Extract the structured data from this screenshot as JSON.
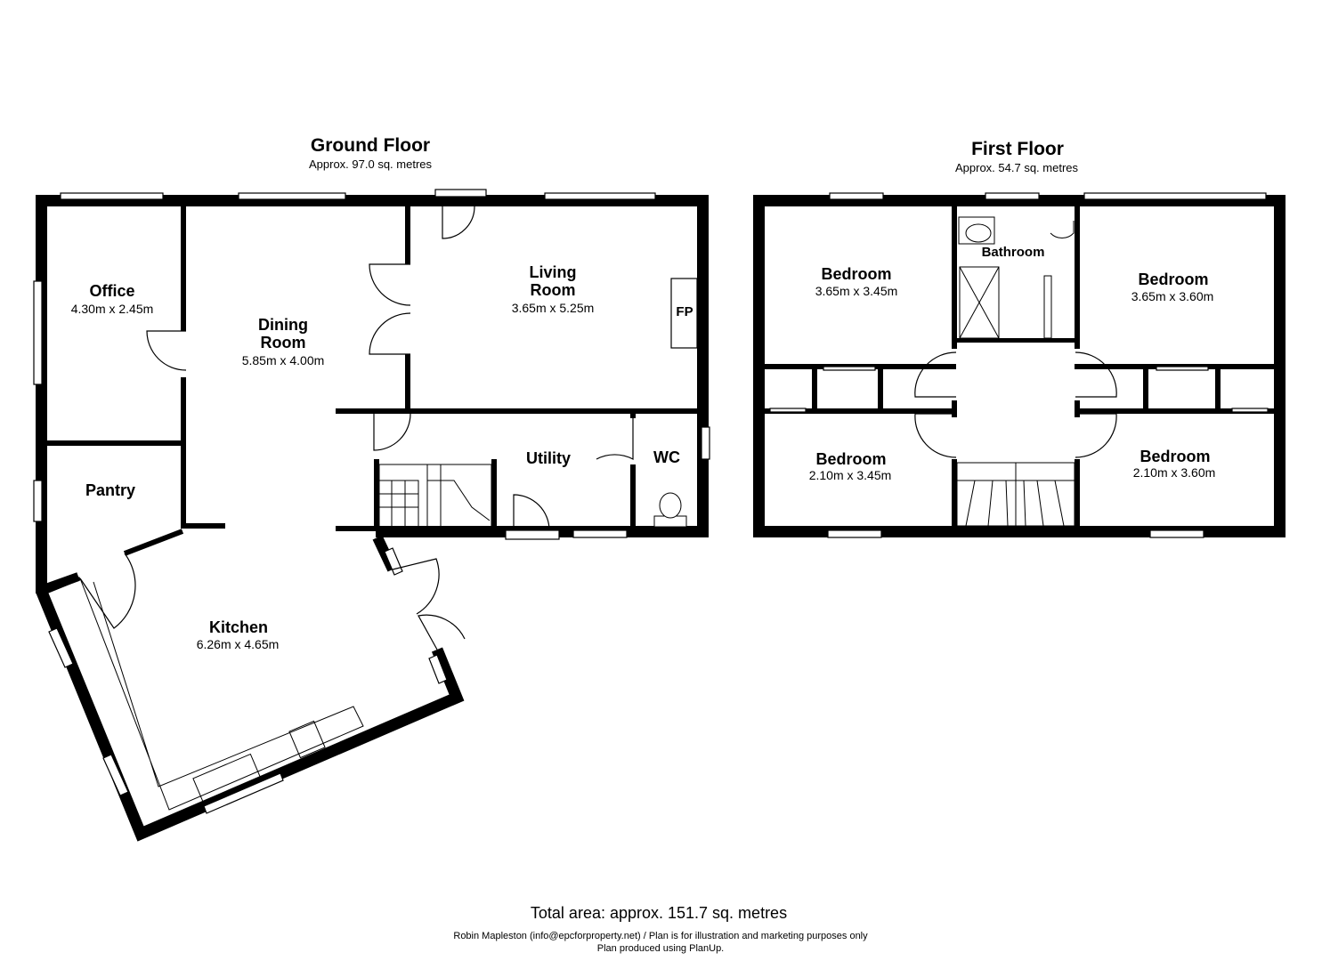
{
  "ground_floor": {
    "title": "Ground Floor",
    "area": "Approx. 97.0 sq. metres",
    "rooms": {
      "office": {
        "name": "Office",
        "dim": "4.30m x 2.45m"
      },
      "dining": {
        "name1": "Dining",
        "name2": "Room",
        "dim": "5.85m x 4.00m"
      },
      "living": {
        "name1": "Living",
        "name2": "Room",
        "dim": "3.65m x 5.25m"
      },
      "fireplace": "FP",
      "utility": {
        "name": "Utility"
      },
      "wc": {
        "name": "WC"
      },
      "pantry": {
        "name": "Pantry"
      },
      "kitchen": {
        "name": "Kitchen",
        "dim": "6.26m x 4.65m"
      }
    }
  },
  "first_floor": {
    "title": "First Floor",
    "area": "Approx. 54.7 sq. metres",
    "rooms": {
      "bed_tl": {
        "name": "Bedroom",
        "dim": "3.65m x 3.45m"
      },
      "bathroom": {
        "name": "Bathroom"
      },
      "bed_tr": {
        "name": "Bedroom",
        "dim": "3.65m x 3.60m"
      },
      "bed_bl": {
        "name": "Bedroom",
        "dim": "2.10m x 3.45m"
      },
      "bed_br": {
        "name": "Bedroom",
        "dim": "2.10m x 3.60m"
      }
    }
  },
  "footer": {
    "total": "Total area: approx. 151.7 sq. metres",
    "credit1": "Robin Mapleston (info@epcforproperty.net) / Plan is for illustration and marketing purposes only",
    "credit2": "Plan produced using PlanUp."
  },
  "colors": {
    "wall": "#000000",
    "background": "#ffffff"
  }
}
